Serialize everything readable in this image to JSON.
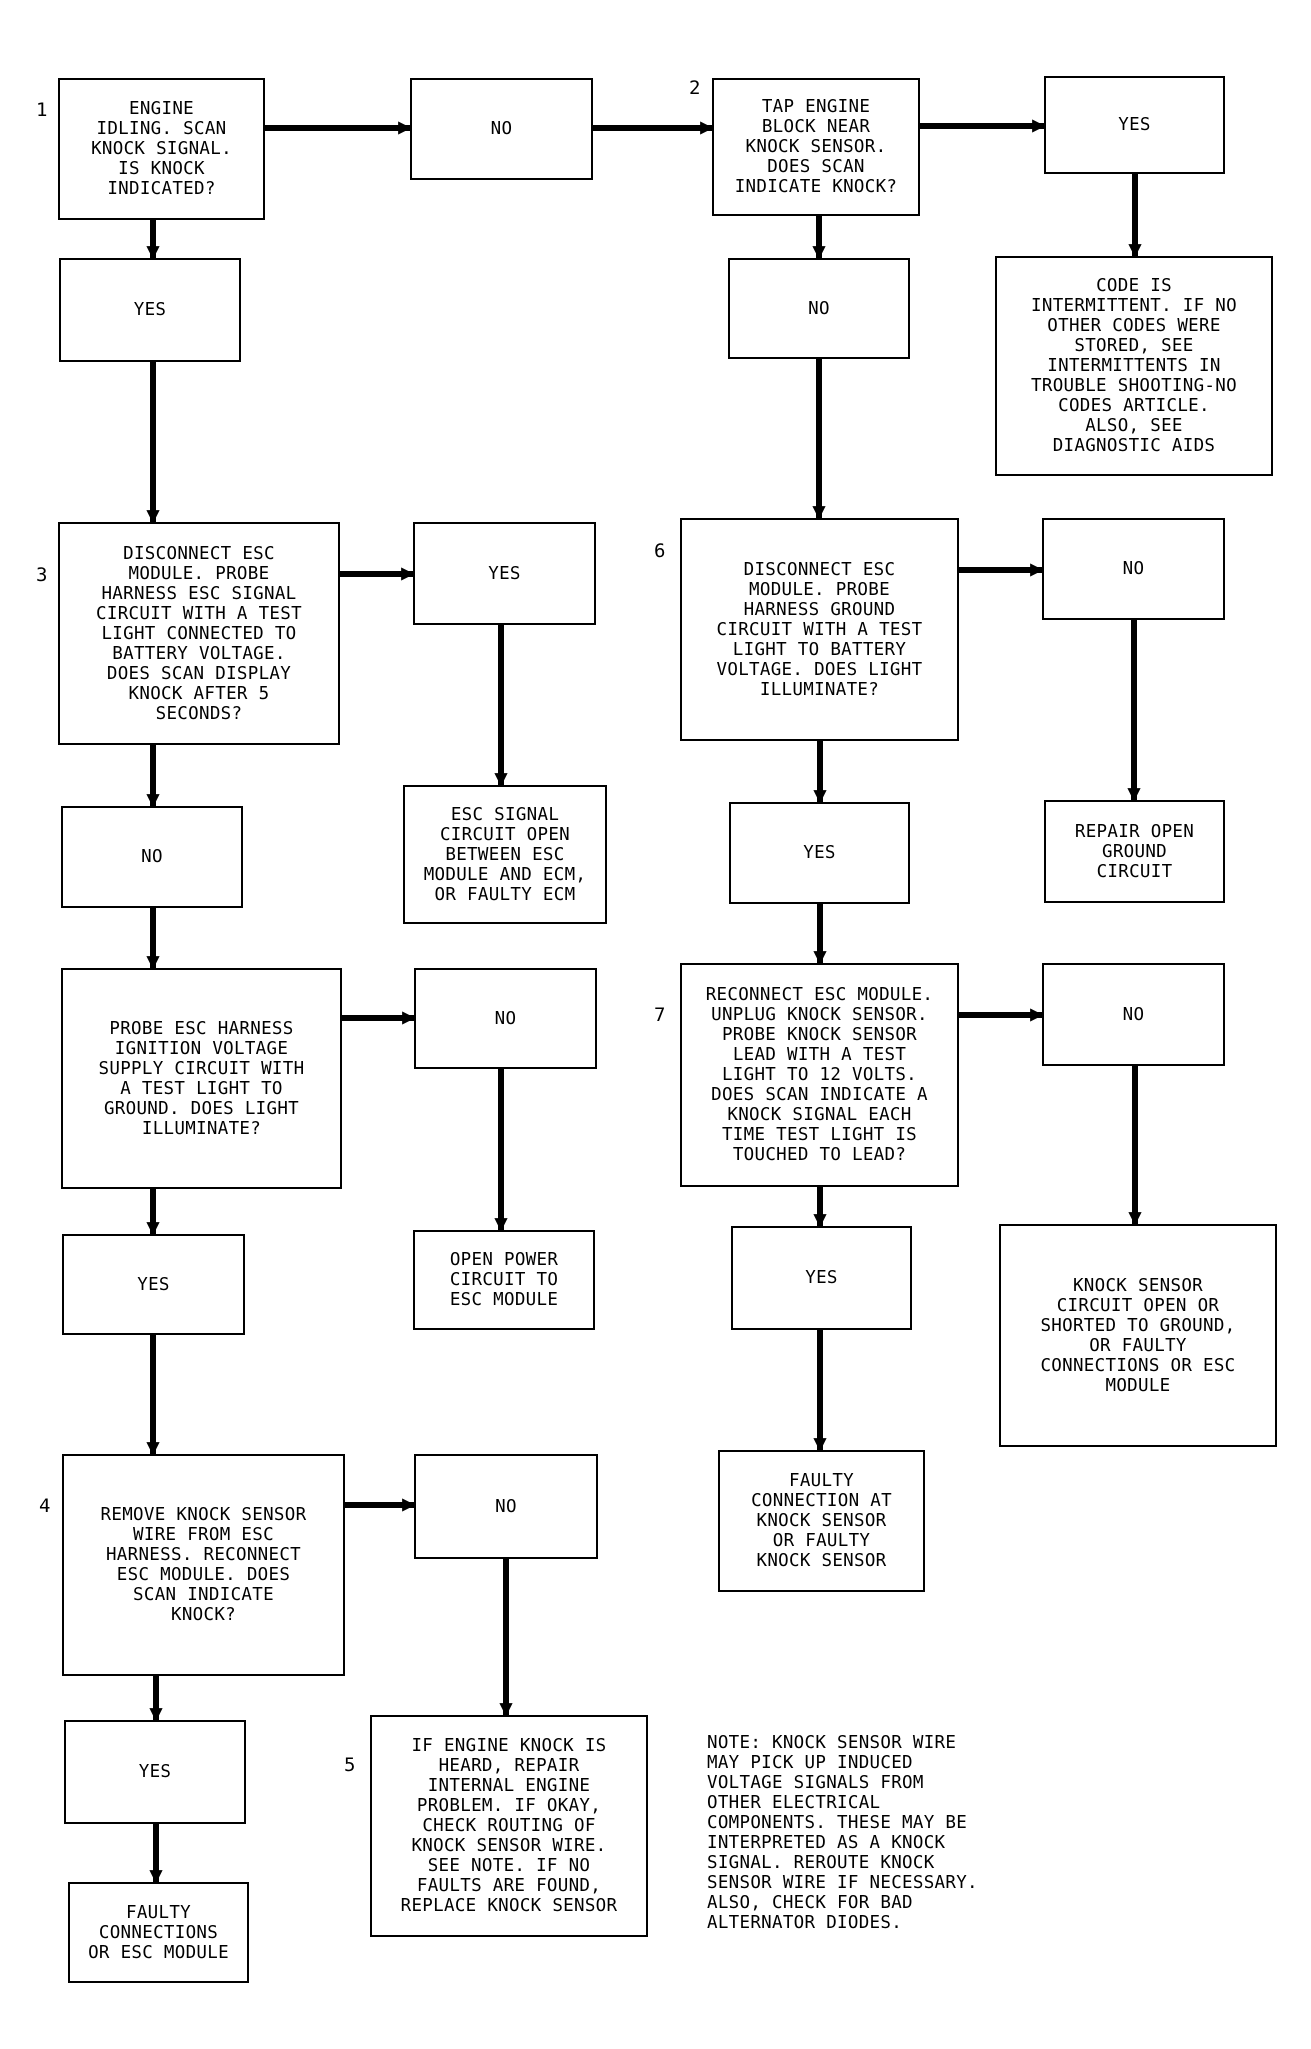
{
  "colors": {
    "line": "#000000",
    "background": "#ffffff"
  },
  "steps": [
    {
      "id": "s1",
      "number": "1",
      "text": "ENGINE\nIDLING. SCAN\nKNOCK SIGNAL.\nIS KNOCK\nINDICATED?"
    },
    {
      "id": "s2",
      "number": "2",
      "text": "TAP ENGINE\nBLOCK NEAR\nKNOCK SENSOR.\nDOES SCAN\nINDICATE KNOCK?"
    },
    {
      "id": "s3",
      "number": "3",
      "text": "DISCONNECT ESC\nMODULE. PROBE\nHARNESS ESC SIGNAL\nCIRCUIT WITH A TEST\nLIGHT CONNECTED TO\nBATTERY VOLTAGE.\nDOES SCAN DISPLAY\nKNOCK AFTER 5\nSECONDS?"
    },
    {
      "id": "s3b",
      "number": "",
      "text": "PROBE ESC HARNESS\nIGNITION VOLTAGE\nSUPPLY CIRCUIT WITH\nA TEST LIGHT TO\nGROUND. DOES LIGHT\nILLUMINATE?"
    },
    {
      "id": "s4",
      "number": "4",
      "text": "REMOVE KNOCK SENSOR\nWIRE FROM ESC\nHARNESS. RECONNECT\nESC MODULE. DOES\nSCAN INDICATE\nKNOCK?"
    },
    {
      "id": "s5",
      "number": "5",
      "text": "IF ENGINE KNOCK IS\nHEARD, REPAIR\nINTERNAL ENGINE\nPROBLEM. IF OKAY,\nCHECK ROUTING OF\nKNOCK SENSOR WIRE.\nSEE NOTE. IF NO\nFAULTS ARE FOUND,\nREPLACE KNOCK SENSOR"
    },
    {
      "id": "s6",
      "number": "6",
      "text": "DISCONNECT ESC\nMODULE. PROBE\nHARNESS GROUND\nCIRCUIT WITH A TEST\nLIGHT TO BATTERY\nVOLTAGE. DOES LIGHT\nILLUMINATE?"
    },
    {
      "id": "s7",
      "number": "7",
      "text": "RECONNECT ESC MODULE.\nUNPLUG KNOCK SENSOR.\nPROBE KNOCK SENSOR\nLEAD WITH A TEST\nLIGHT TO 12 VOLTS.\nDOES SCAN INDICATE A\nKNOCK SIGNAL EACH\nTIME TEST LIGHT IS\nTOUCHED TO LEAD?"
    }
  ],
  "answers": [
    {
      "id": "a1-no",
      "text": "NO"
    },
    {
      "id": "a1-yes",
      "text": "YES"
    },
    {
      "id": "a2-yes",
      "text": "YES"
    },
    {
      "id": "a2-no",
      "text": "NO"
    },
    {
      "id": "a3-yes",
      "text": "YES"
    },
    {
      "id": "a3-no",
      "text": "NO"
    },
    {
      "id": "a3b-no",
      "text": "NO"
    },
    {
      "id": "a3b-yes",
      "text": "YES"
    },
    {
      "id": "a4-no",
      "text": "NO"
    },
    {
      "id": "a4-yes",
      "text": "YES"
    },
    {
      "id": "a6-no",
      "text": "NO"
    },
    {
      "id": "a6-yes",
      "text": "YES"
    },
    {
      "id": "a7-no",
      "text": "NO"
    },
    {
      "id": "a7-yes",
      "text": "YES"
    }
  ],
  "results": [
    {
      "id": "r-intermittent",
      "text": "CODE IS\nINTERMITTENT. IF NO\nOTHER CODES WERE\nSTORED, SEE\nINTERMITTENTS IN\nTROUBLE SHOOTING-NO\nCODES ARTICLE.\nALSO, SEE\nDIAGNOSTIC AIDS"
    },
    {
      "id": "r-esc-signal",
      "text": "ESC SIGNAL\nCIRCUIT OPEN\nBETWEEN ESC\nMODULE AND ECM,\nOR FAULTY ECM"
    },
    {
      "id": "r-open-power",
      "text": "OPEN POWER\nCIRCUIT TO\nESC MODULE"
    },
    {
      "id": "r-faulty-esc",
      "text": "FAULTY\nCONNECTIONS\nOR ESC MODULE"
    },
    {
      "id": "r-open-ground",
      "text": "REPAIR OPEN\nGROUND\nCIRCUIT"
    },
    {
      "id": "r-knock-circuit",
      "text": "KNOCK SENSOR\nCIRCUIT OPEN OR\nSHORTED TO GROUND,\nOR FAULTY\nCONNECTIONS OR ESC\nMODULE"
    },
    {
      "id": "r-faulty-sensor",
      "text": "FAULTY\nCONNECTION AT\nKNOCK SENSOR\nOR FAULTY\nKNOCK SENSOR"
    }
  ],
  "note": "NOTE: KNOCK SENSOR WIRE\nMAY PICK UP INDUCED\nVOLTAGE SIGNALS FROM\nOTHER ELECTRICAL\nCOMPONENTS. THESE MAY BE\nINTERPRETED AS A KNOCK\nSIGNAL. REROUTE KNOCK\nSENSOR WIRE IF NECESSARY.\nALSO, CHECK FOR BAD\nALTERNATOR DIODES."
}
